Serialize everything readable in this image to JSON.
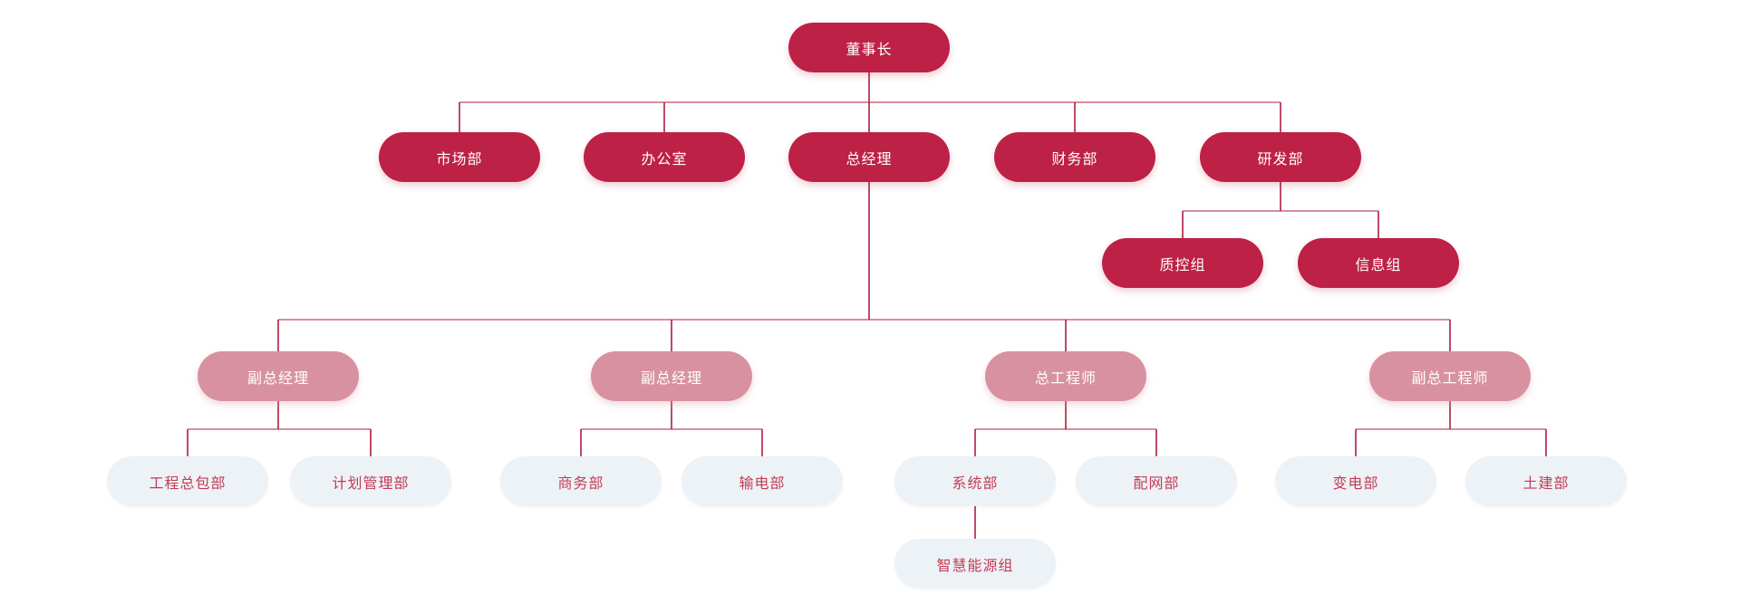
{
  "colors": {
    "dark": "#bd2146",
    "pink": "#d891a0",
    "light": "#edf2f7",
    "light_text": "#c23c55",
    "line": "#ae1e3f",
    "background": "#ffffff"
  },
  "chart": {
    "type": "org-chart",
    "root": {
      "label": "董事长",
      "children": [
        {
          "label": "市场部"
        },
        {
          "label": "办公室"
        },
        {
          "label": "总经理",
          "children": [
            {
              "label": "副总经理",
              "children": [
                {
                  "label": "工程总包部"
                },
                {
                  "label": "计划管理部"
                }
              ]
            },
            {
              "label": "副总经理",
              "children": [
                {
                  "label": "商务部"
                },
                {
                  "label": "输电部"
                }
              ]
            },
            {
              "label": "总工程师",
              "children": [
                {
                  "label": "系统部",
                  "children": [
                    {
                      "label": "智慧能源组"
                    }
                  ]
                },
                {
                  "label": "配网部"
                }
              ]
            },
            {
              "label": "副总工程师",
              "children": [
                {
                  "label": "变电部"
                },
                {
                  "label": "土建部"
                }
              ]
            }
          ]
        },
        {
          "label": "财务部"
        },
        {
          "label": "研发部",
          "children": [
            {
              "label": "质控组"
            },
            {
              "label": "信息组"
            }
          ]
        }
      ]
    }
  }
}
